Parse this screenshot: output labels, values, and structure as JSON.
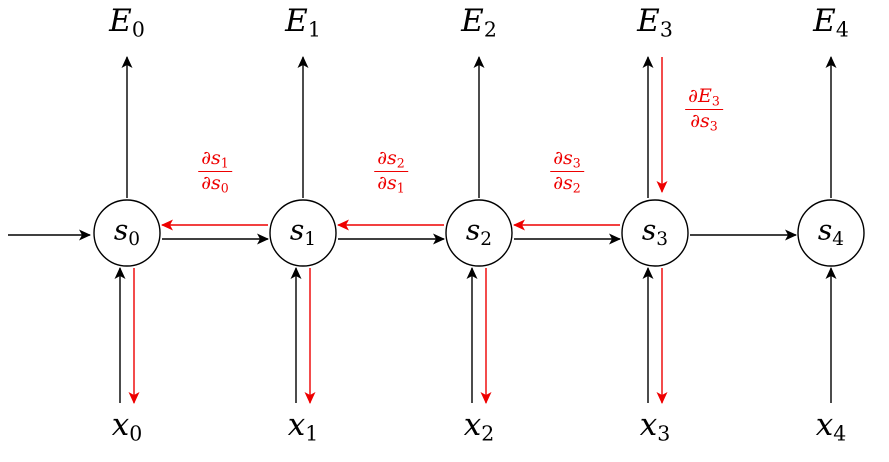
{
  "diagram": {
    "type": "rnn-backpropagation-through-time",
    "colors": {
      "forward": "#000000",
      "gradient": "#ee0000"
    },
    "nodes": [
      {
        "state": {
          "base": "s",
          "sub": "0"
        },
        "error": {
          "base": "E",
          "sub": "0"
        },
        "input": {
          "base": "x",
          "sub": "0"
        }
      },
      {
        "state": {
          "base": "s",
          "sub": "1"
        },
        "error": {
          "base": "E",
          "sub": "1"
        },
        "input": {
          "base": "x",
          "sub": "1"
        }
      },
      {
        "state": {
          "base": "s",
          "sub": "2"
        },
        "error": {
          "base": "E",
          "sub": "2"
        },
        "input": {
          "base": "x",
          "sub": "2"
        }
      },
      {
        "state": {
          "base": "s",
          "sub": "3"
        },
        "error": {
          "base": "E",
          "sub": "3"
        },
        "input": {
          "base": "x",
          "sub": "3"
        }
      },
      {
        "state": {
          "base": "s",
          "sub": "4"
        },
        "error": {
          "base": "E",
          "sub": "4"
        },
        "input": {
          "base": "x",
          "sub": "4"
        }
      }
    ],
    "gradient_labels": {
      "recurrent": [
        {
          "num": {
            "base": "∂s",
            "sub": "1"
          },
          "den": {
            "base": "∂s",
            "sub": "0"
          }
        },
        {
          "num": {
            "base": "∂s",
            "sub": "2"
          },
          "den": {
            "base": "∂s",
            "sub": "1"
          }
        },
        {
          "num": {
            "base": "∂s",
            "sub": "3"
          },
          "den": {
            "base": "∂s",
            "sub": "2"
          }
        }
      ],
      "output": {
        "num": {
          "base": "∂E",
          "sub": "3"
        },
        "den": {
          "base": "∂s",
          "sub": "3"
        }
      }
    }
  }
}
